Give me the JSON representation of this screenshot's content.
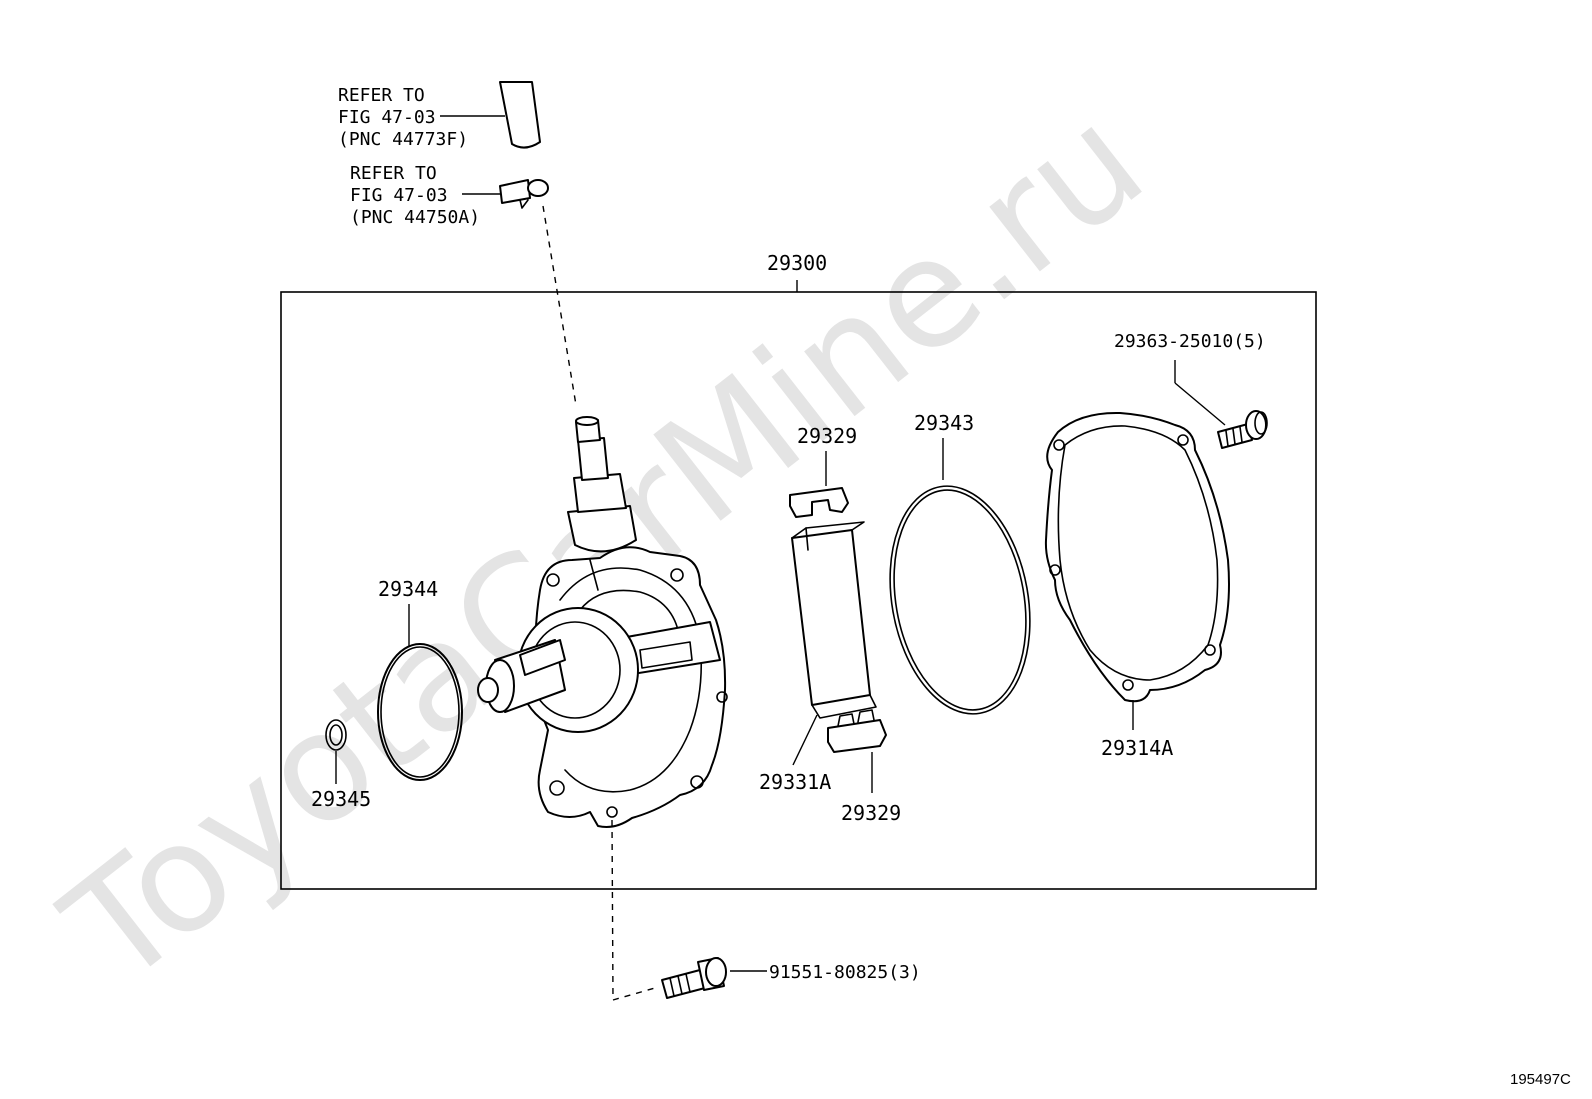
{
  "refer_labels": {
    "hose": {
      "line1": "REFER TO",
      "line2": "FIG 47-03",
      "line3": "(PNC 44773F)"
    },
    "clamp": {
      "line1": "REFER TO",
      "line2": "FIG 47-03",
      "line3": "(PNC 44750A)"
    }
  },
  "assembly_label": "29300",
  "part_labels": {
    "bolt_cover": "29363-25010(5)",
    "vane_top": "29329",
    "o_ring_large": "29343",
    "o_ring_body": "29344",
    "washer": "29345",
    "rotor_vane": "29331A",
    "vane_bottom": "29329",
    "cover_plate": "29314A",
    "bolt_mount": "91551-80825(3)"
  },
  "watermark": "ToyotaCarMine.ru",
  "figure_code": "195497C"
}
